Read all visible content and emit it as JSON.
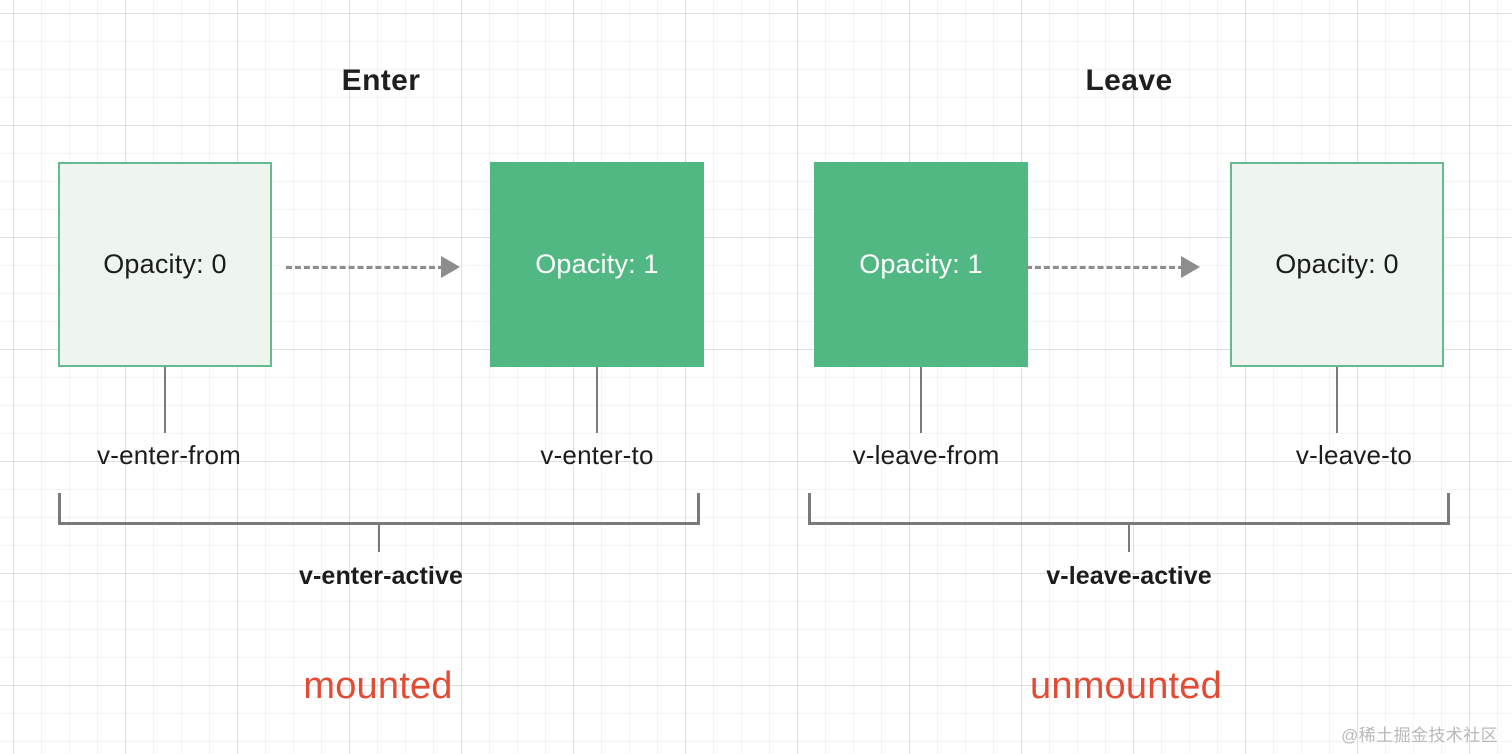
{
  "diagram": {
    "title_enter": "Enter",
    "title_leave": "Leave",
    "watermark": "@稀土掘金技术社区",
    "colors": {
      "solid_green": "#52b883",
      "faded_green_fill": "#edf5ee",
      "faded_green_border": "#66bb8e",
      "arrow_gray": "#8d8d8d",
      "bracket_gray": "#7a7a7a",
      "lifecycle_red": "#e24b34",
      "title_black": "#1f1f1f",
      "grid_line": "#e8e8e8"
    },
    "enter": {
      "from_box_text": "Opacity: 0",
      "to_box_text": "Opacity: 1",
      "from_label": "v-enter-from",
      "to_label": "v-enter-to",
      "active_label": "v-enter-active",
      "lifecycle": "mounted"
    },
    "leave": {
      "from_box_text": "Opacity: 1",
      "to_box_text": "Opacity: 0",
      "from_label": "v-leave-from",
      "to_label": "v-leave-to",
      "active_label": "v-leave-active",
      "lifecycle": "unmounted"
    }
  }
}
